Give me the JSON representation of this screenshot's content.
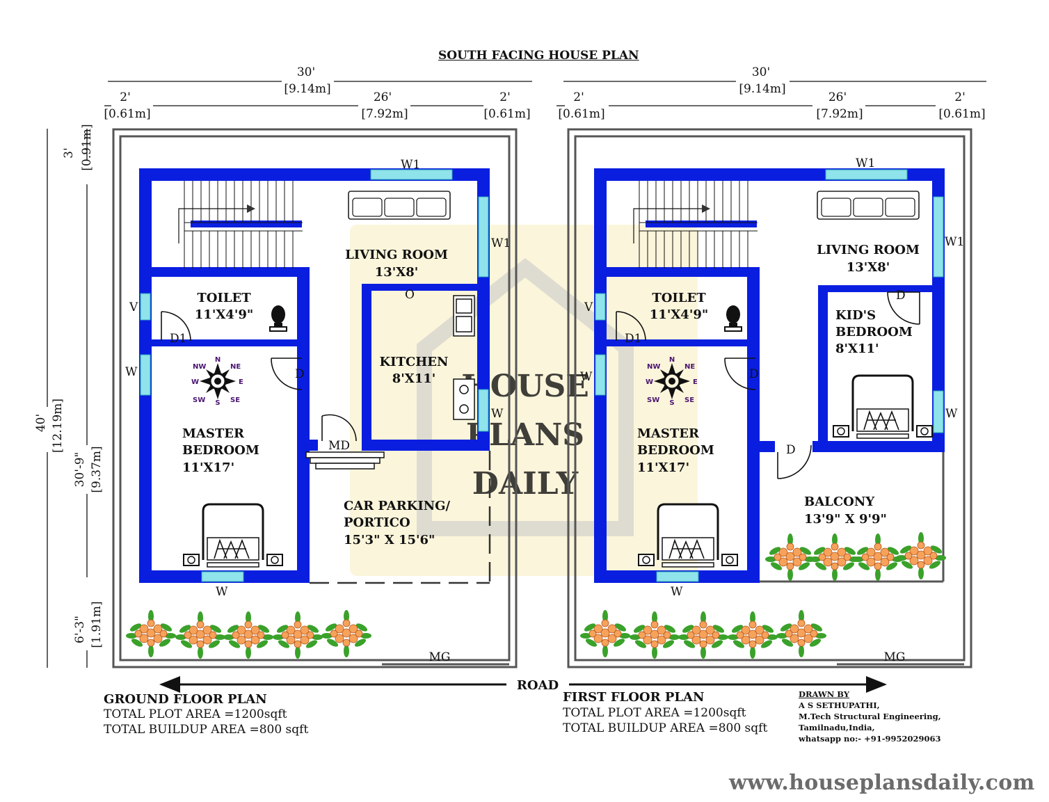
{
  "title": "SOUTH FACING HOUSE PLAN",
  "road_label": "ROAD",
  "watermark": [
    "HOUSE",
    "PLANS",
    "DAILY"
  ],
  "colors": {
    "wall": "#0a1ee0",
    "window": "#8fe3ea",
    "outline": "#555555",
    "watermark": "#f7eebe"
  },
  "dimensions": {
    "total_width": "30'",
    "total_width_m": "[9.14m]",
    "setback_side": "2'",
    "setback_side_m": "[0.61m]",
    "building_width": "26'",
    "building_width_m": "[7.92m]",
    "total_depth": "40'",
    "total_depth_m": "[12.19m]",
    "back_setback": "3'",
    "back_setback_m": "[0.91m]",
    "building_depth": "30'-9\"",
    "building_depth_m": "[9.37m]",
    "front_setback": "6'-3\"",
    "front_setback_m": "[1.91m]"
  },
  "ground_floor": {
    "title": "GROUND FLOOR PLAN",
    "plot_area": "TOTAL PLOT AREA =1200sqft",
    "buildup_area": "TOTAL BUILDUP AREA =800 sqft",
    "rooms": {
      "living": "LIVING ROOM",
      "living_size": "13'X8'",
      "toilet": "TOILET",
      "toilet_size": "11'X4'9\"",
      "kitchen": "KITCHEN",
      "kitchen_size": "8'X11'",
      "master": "MASTER",
      "master2": "BEDROOM",
      "master_size": "11'X17'",
      "parking": "CAR PARKING/",
      "parking2": "PORTICO",
      "parking_size": "15'3\" X 15'6\""
    },
    "labels": {
      "w1": "W1",
      "v": "V",
      "w": "W",
      "d": "D",
      "d1": "D1",
      "md": "MD",
      "o": "O",
      "mg": "MG"
    }
  },
  "first_floor": {
    "title": "FIRST FLOOR PLAN",
    "plot_area": "TOTAL PLOT AREA =1200sqft",
    "buildup_area": "TOTAL BUILDUP AREA =800 sqft",
    "rooms": {
      "living": "LIVING ROOM",
      "living_size": "13'X8'",
      "toilet": "TOILET",
      "toilet_size": "11'X4'9\"",
      "kids": "KID'S",
      "kids2": "BEDROOM",
      "kids_size": "8'X11'",
      "master": "MASTER",
      "master2": "BEDROOM",
      "master_size": "11'X17'",
      "balcony": "BALCONY",
      "balcony_size": "13'9\" X 9'9\""
    },
    "labels": {
      "w1": "W1",
      "v": "V",
      "w": "W",
      "d": "D",
      "d1": "D1",
      "mg": "MG"
    }
  },
  "compass": {
    "n": "N",
    "s": "S",
    "e": "E",
    "w": "W",
    "ne": "NE",
    "nw": "NW",
    "se": "SE",
    "sw": "SW"
  },
  "credits": {
    "heading": "DRAWN BY",
    "name": "A S SETHUPATHI,",
    "degree": "M.Tech Structural Engineering,",
    "location": "Tamilnadu,India,",
    "contact": "whatsapp no:- +91-9952029063"
  },
  "website": "www.houseplansdaily.com"
}
